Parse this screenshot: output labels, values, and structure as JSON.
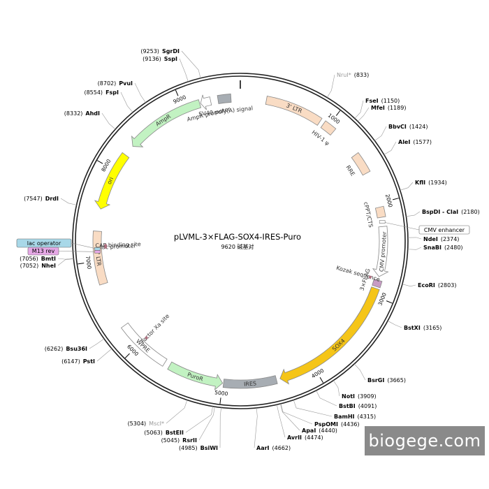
{
  "plasmid": {
    "name": "pLVML-3×FLAG-SOX4-IRES-Puro",
    "size_label": "9620 碱基对",
    "total_bp": 9620
  },
  "watermark": "biogege.com",
  "ticks": [
    {
      "label": "1000",
      "pos": 1000
    },
    {
      "label": "2000",
      "pos": 2000
    },
    {
      "label": "3000",
      "pos": 3000
    },
    {
      "label": "4000",
      "pos": 4000
    },
    {
      "label": "5000",
      "pos": 5000
    },
    {
      "label": "6000",
      "pos": 6000
    },
    {
      "label": "7000",
      "pos": 7000
    },
    {
      "label": "8000",
      "pos": 8000
    },
    {
      "label": "9000",
      "pos": 9000
    }
  ],
  "features": [
    {
      "name": "3' LTR",
      "start": 280,
      "end": 900,
      "color": "#f9dcc4",
      "dir": 0
    },
    {
      "name": "HIV-1 ψ",
      "start": 945,
      "end": 1080,
      "color": "#f9dcc4",
      "dir": 0
    },
    {
      "name": "RRE",
      "start": 1420,
      "end": 1650,
      "color": "#f9dcc4",
      "dir": 0
    },
    {
      "name": "cPPT/CTS",
      "start": 2040,
      "end": 2150,
      "color": "#f9dcc4",
      "dir": 0
    },
    {
      "name": "CMV promoter",
      "start": 2250,
      "end": 2790,
      "color": "#ffffff",
      "dir": 1
    },
    {
      "name": "3×FLAG",
      "start": 2830,
      "end": 2900,
      "color": "#c79bc4",
      "dir": 0
    },
    {
      "name": "SOX4",
      "start": 2920,
      "end": 4380,
      "color": "#f5c518",
      "dir": 1
    },
    {
      "name": "IRES",
      "start": 4420,
      "end": 4990,
      "color": "#a7adb3",
      "dir": 0
    },
    {
      "name": "PuroR",
      "start": 5000,
      "end": 5600,
      "color": "#c2f2c2",
      "dir": -1
    },
    {
      "name": "WPRE",
      "start": 5660,
      "end": 6250,
      "color": "#ffffff",
      "dir": 0
    },
    {
      "name": "3' LTR",
      "start": 6750,
      "end": 7320,
      "color": "#f9dcc4",
      "dir": 0
    },
    {
      "name": "ori",
      "start": 7560,
      "end": 8200,
      "color": "#ffff00",
      "dir": -1
    },
    {
      "name": "AmpR",
      "start": 8320,
      "end": 9180,
      "color": "#c2f2c2",
      "dir": -1
    },
    {
      "name": "AmpR promoter",
      "start": 9190,
      "end": 9300,
      "color": "#ffffff",
      "dir": -1
    },
    {
      "name": "SV40 poly(A) signal",
      "start": 9380,
      "end": 9520,
      "color": "#a7adb3",
      "dir": 0
    }
  ],
  "small_features": [
    {
      "name": "lac operator",
      "pos": 7130
    },
    {
      "name": "M13 rev",
      "pos": 7100
    },
    {
      "name": "CAP binding site",
      "pos": 7165
    },
    {
      "name": "lac promoter",
      "pos": 7145
    },
    {
      "name": "Kozak sequence",
      "pos": 2820
    },
    {
      "name": "Factor Xa site",
      "pos": 5990
    },
    {
      "name": "CMV enhancer",
      "pos": 2200
    }
  ],
  "sites": [
    {
      "name": "NruI*",
      "pos": "(833)",
      "bp": 833,
      "unique": false
    },
    {
      "name": "FseI",
      "pos": "(1150)",
      "bp": 1150,
      "unique": true
    },
    {
      "name": "MfeI",
      "pos": "(1189)",
      "bp": 1189,
      "unique": true
    },
    {
      "name": "BbvCI",
      "pos": "(1424)",
      "bp": 1424,
      "unique": true
    },
    {
      "name": "AleI",
      "pos": "(1577)",
      "bp": 1577,
      "unique": true
    },
    {
      "name": "KflI",
      "pos": "(1934)",
      "bp": 1934,
      "unique": true
    },
    {
      "name": "BspDI - ClaI",
      "pos": "(2180)",
      "bp": 2180,
      "unique": true
    },
    {
      "name": "NdeI",
      "pos": "(2374)",
      "bp": 2374,
      "unique": true
    },
    {
      "name": "SnaBI",
      "pos": "(2480)",
      "bp": 2480,
      "unique": true
    },
    {
      "name": "EcoRI",
      "pos": "(2803)",
      "bp": 2803,
      "unique": true
    },
    {
      "name": "BstXI",
      "pos": "(3165)",
      "bp": 3165,
      "unique": true
    },
    {
      "name": "BsrGI",
      "pos": "(3665)",
      "bp": 3665,
      "unique": true
    },
    {
      "name": "NotI",
      "pos": "(3909)",
      "bp": 3909,
      "unique": true
    },
    {
      "name": "BstBI",
      "pos": "(4091)",
      "bp": 4091,
      "unique": true
    },
    {
      "name": "BamHI",
      "pos": "(4315)",
      "bp": 4315,
      "unique": true
    },
    {
      "name": "PspOMI",
      "pos": "(4436)",
      "bp": 4436,
      "unique": true
    },
    {
      "name": "ApaI",
      "pos": "(4440)",
      "bp": 4440,
      "unique": true
    },
    {
      "name": "AvrII",
      "pos": "(4474)",
      "bp": 4474,
      "unique": true
    },
    {
      "name": "AarI",
      "pos": "(4662)",
      "bp": 4662,
      "unique": true
    },
    {
      "name": "BsiWI",
      "pos": "(4985)",
      "bp": 4985,
      "unique": true
    },
    {
      "name": "RsrII",
      "pos": "(5045)",
      "bp": 5045,
      "unique": true
    },
    {
      "name": "BstEII",
      "pos": "(5063)",
      "bp": 5063,
      "unique": true
    },
    {
      "name": "MscI*",
      "pos": "(5304)",
      "bp": 5304,
      "unique": false
    },
    {
      "name": "PstI",
      "pos": "(6147)",
      "bp": 6147,
      "unique": true
    },
    {
      "name": "Bsu36I",
      "pos": "(6262)",
      "bp": 6262,
      "unique": true
    },
    {
      "name": "NheI",
      "pos": "(7052)",
      "bp": 7052,
      "unique": true
    },
    {
      "name": "BmtI",
      "pos": "(7056)",
      "bp": 7056,
      "unique": true
    },
    {
      "name": "DrdI",
      "pos": "(7547)",
      "bp": 7547,
      "unique": true
    },
    {
      "name": "AhdI",
      "pos": "(8332)",
      "bp": 8332,
      "unique": true
    },
    {
      "name": "FspI",
      "pos": "(8554)",
      "bp": 8554,
      "unique": true
    },
    {
      "name": "PvuI",
      "pos": "(8702)",
      "bp": 8702,
      "unique": true
    },
    {
      "name": "SspI",
      "pos": "(9136)",
      "bp": 9136,
      "unique": true
    },
    {
      "name": "SgrDI",
      "pos": "(9253)",
      "bp": 9253,
      "unique": true
    }
  ],
  "colors": {
    "backbone": "#222222",
    "site_unique": "#000000",
    "site_multi": "#999999",
    "lac_operator": "#a8d8e8",
    "m13_rev": "#e6a8e6"
  }
}
